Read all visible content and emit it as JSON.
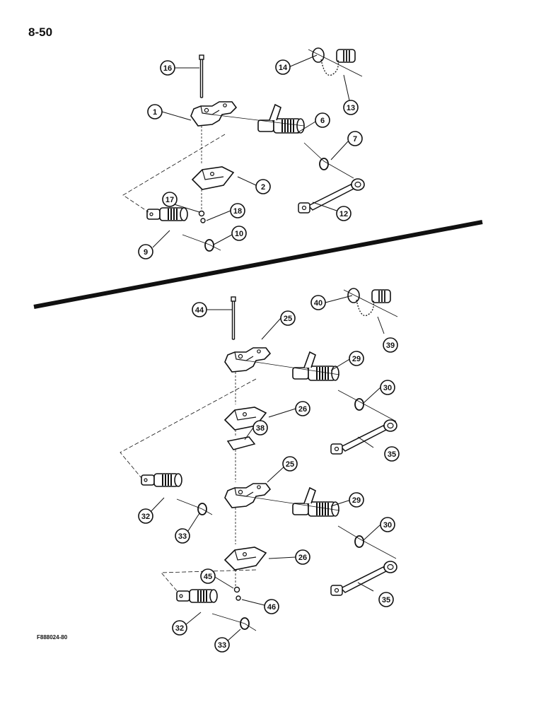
{
  "page_number": "8-50",
  "figure_code": "F888024-80",
  "callouts": {
    "c1": "1",
    "c2": "2",
    "c6": "6",
    "c7": "7",
    "c9": "9",
    "c10": "10",
    "c12": "12",
    "c13": "13",
    "c14": "14",
    "c16": "16",
    "c17": "17",
    "c18": "18",
    "c25a": "25",
    "c25b": "25",
    "c26a": "26",
    "c26b": "26",
    "c29a": "29",
    "c29b": "29",
    "c30a": "30",
    "c30b": "30",
    "c32a": "32",
    "c32b": "32",
    "c33a": "33",
    "c33b": "33",
    "c35a": "35",
    "c35b": "35",
    "c38": "38",
    "c39": "39",
    "c40": "40",
    "c44": "44",
    "c45": "45",
    "c46": "46"
  }
}
